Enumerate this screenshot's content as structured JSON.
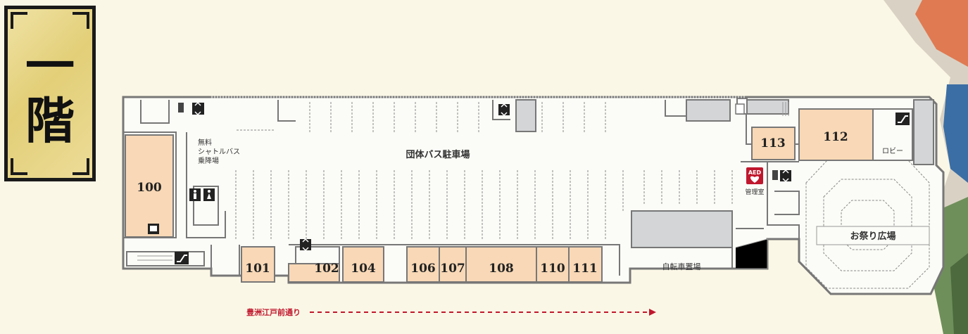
{
  "floor_banner": {
    "char1": "一",
    "char2": "階"
  },
  "areas": {
    "bus_parking": "団体バス駐車場",
    "shuttle_line1": "無料",
    "shuttle_line2": "シャトルバス",
    "shuttle_line3": "乗降場",
    "bicycle_parking": "自転車置場",
    "management_office": "管理室",
    "lobby": "ロビー",
    "festival_plaza": "お祭り広場",
    "street": "豊洲江戸前通り"
  },
  "shops": [
    "100",
    "101",
    "102",
    "104",
    "106",
    "107",
    "108",
    "110",
    "111",
    "112",
    "113"
  ],
  "aed_label": "AED",
  "icons": [
    "elevator-icon",
    "toilet-male-icon",
    "toilet-female-icon",
    "escalator-icon",
    "aed-icon",
    "stairs-icon",
    "atm-icon"
  ],
  "colors": {
    "shop_fill": "#f8d8b6",
    "wall": "#777777",
    "gray_block": "#d3d5d6",
    "accent_red": "#c0172d",
    "background": "#fbf7e6"
  }
}
